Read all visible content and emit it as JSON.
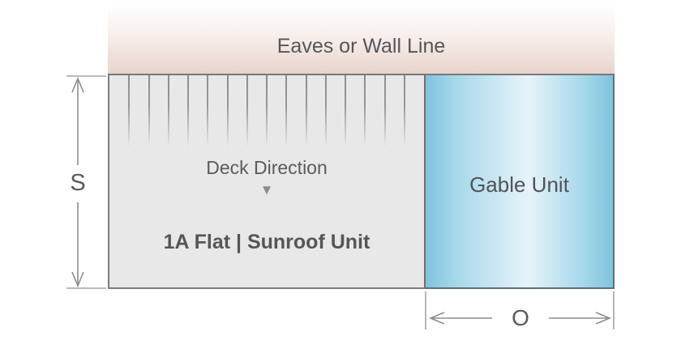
{
  "diagram": {
    "eaves_label": "Eaves or Wall Line",
    "deck": {
      "direction_label": "Deck Direction",
      "direction_arrow": "▼",
      "unit_label": "1A Flat | Sunroof Unit",
      "hash_mark_count": 15
    },
    "gable": {
      "label": "Gable Unit"
    },
    "dimensions": {
      "vertical_span_label": "S",
      "horizontal_overhang_label": "O"
    },
    "colors": {
      "eaves_tint": "#e8d4cc",
      "deck_fill": "#e8e8e8",
      "gable_edge": "#7fc3de",
      "gable_center": "#e7f3f9",
      "outline": "#787878",
      "dimension_line": "#8e8e8e",
      "text": "#57575a"
    }
  }
}
